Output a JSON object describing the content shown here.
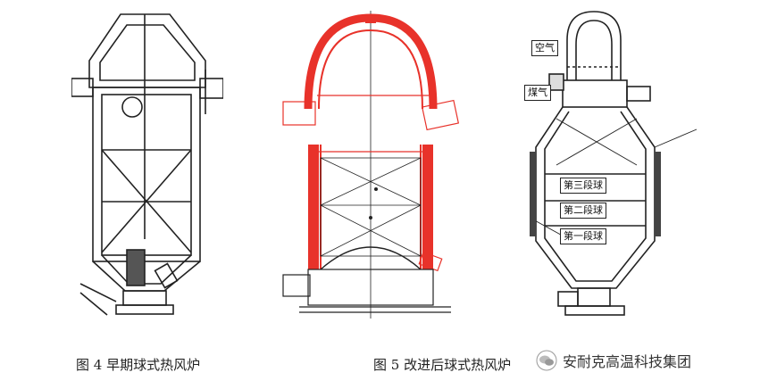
{
  "figures": {
    "fig4": {
      "caption": "图 4  早期球式热风炉"
    },
    "fig5": {
      "caption": "图 5  改进后球式热风炉"
    },
    "fig6": {
      "labels": {
        "air": "空气",
        "gas": "煤气",
        "stage3": "第三段球",
        "stage2": "第二段球",
        "stage1": "第一段球"
      }
    }
  },
  "watermark": {
    "text": "安耐克高温科技集团",
    "icon": "wechat-icon"
  },
  "colors": {
    "red": "#e8322a",
    "line": "#222222",
    "fill": "#dcdcdc"
  }
}
